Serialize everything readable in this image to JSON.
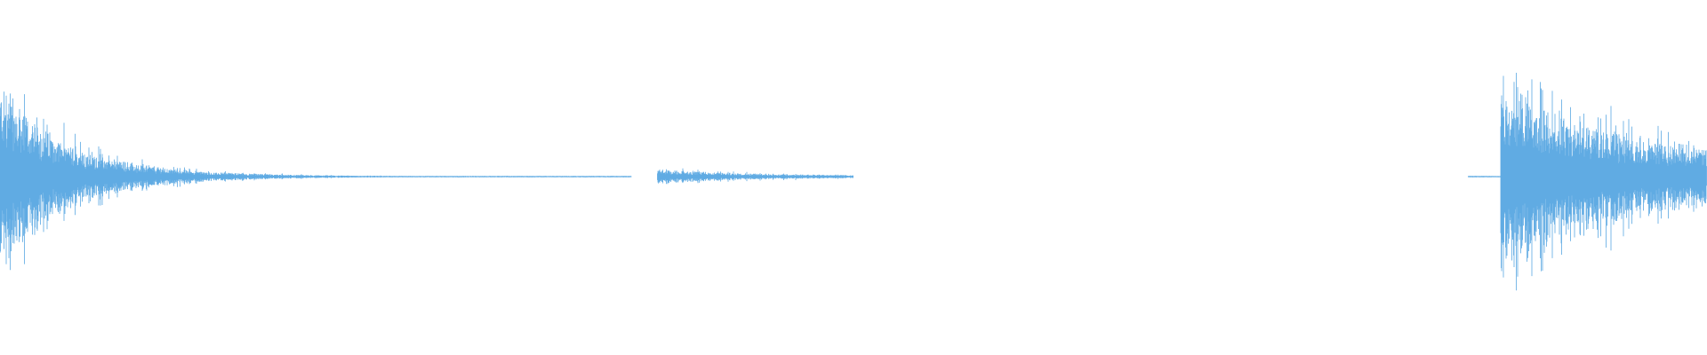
{
  "waveform": {
    "color": "#5aa8e2",
    "background": "#ffffff",
    "segments": [
      {
        "start": 0.0,
        "end": 0.055,
        "peak": 1.0,
        "decay": "steep"
      },
      {
        "start": 0.055,
        "end": 0.3,
        "peak": 0.22,
        "decay": "long-tail"
      },
      {
        "start": 0.38,
        "end": 0.5,
        "peak": 0.07,
        "decay": "flat-burst"
      },
      {
        "start": 0.86,
        "end": 0.88,
        "peak": 0.0,
        "decay": "dots"
      },
      {
        "start": 0.88,
        "end": 1.0,
        "peak": 1.0,
        "decay": "attack-sustain"
      }
    ]
  }
}
